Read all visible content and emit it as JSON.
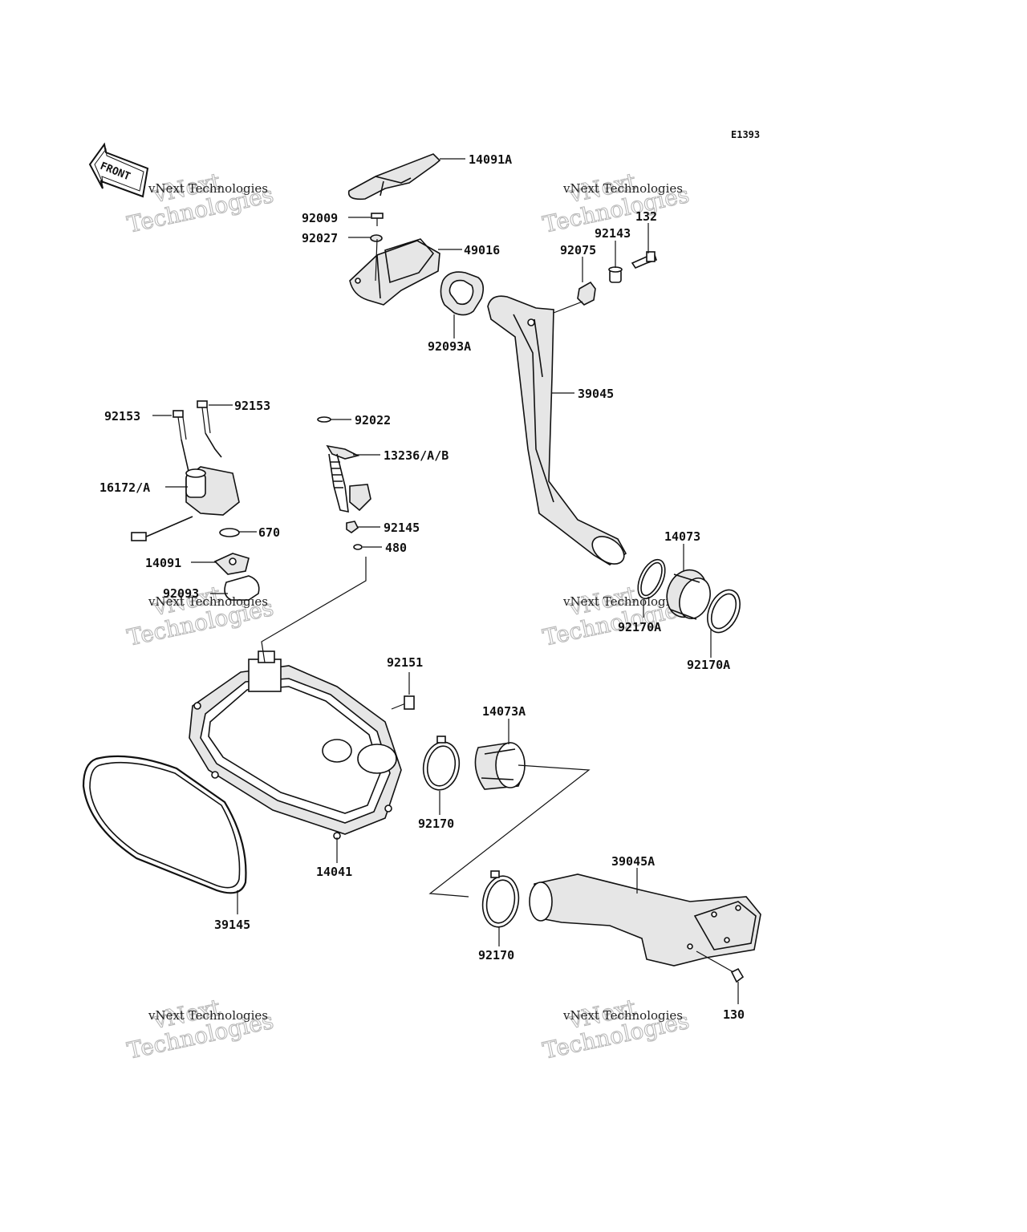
{
  "diagram": {
    "code": "E1393",
    "front_label": "FRONT",
    "watermark": {
      "small": "vNext Technologies",
      "large_top": "vNext",
      "large_bottom": "Technologies"
    },
    "parts": [
      {
        "id": "p14091A",
        "label": "14091A"
      },
      {
        "id": "p92009",
        "label": "92009"
      },
      {
        "id": "p92027",
        "label": "92027"
      },
      {
        "id": "p49016",
        "label": "49016"
      },
      {
        "id": "p92093A",
        "label": "92093A"
      },
      {
        "id": "p132",
        "label": "132"
      },
      {
        "id": "p92143",
        "label": "92143"
      },
      {
        "id": "p92075",
        "label": "92075"
      },
      {
        "id": "p39045",
        "label": "39045"
      },
      {
        "id": "p92153a",
        "label": "92153"
      },
      {
        "id": "p92153b",
        "label": "92153"
      },
      {
        "id": "p16172A",
        "label": "16172/A"
      },
      {
        "id": "p670",
        "label": "670"
      },
      {
        "id": "p14091",
        "label": "14091"
      },
      {
        "id": "p92093",
        "label": "92093"
      },
      {
        "id": "p92022",
        "label": "92022"
      },
      {
        "id": "p13236",
        "label": "13236/A/B"
      },
      {
        "id": "p92145",
        "label": "92145"
      },
      {
        "id": "p480",
        "label": "480"
      },
      {
        "id": "p14073",
        "label": "14073"
      },
      {
        "id": "p92170Aa",
        "label": "92170A"
      },
      {
        "id": "p92170Ab",
        "label": "92170A"
      },
      {
        "id": "p92151",
        "label": "92151"
      },
      {
        "id": "p14073A",
        "label": "14073A"
      },
      {
        "id": "p92170a",
        "label": "92170"
      },
      {
        "id": "p14041",
        "label": "14041"
      },
      {
        "id": "p39145",
        "label": "39145"
      },
      {
        "id": "p39045A",
        "label": "39045A"
      },
      {
        "id": "p92170b",
        "label": "92170"
      },
      {
        "id": "p130",
        "label": "130"
      }
    ]
  }
}
